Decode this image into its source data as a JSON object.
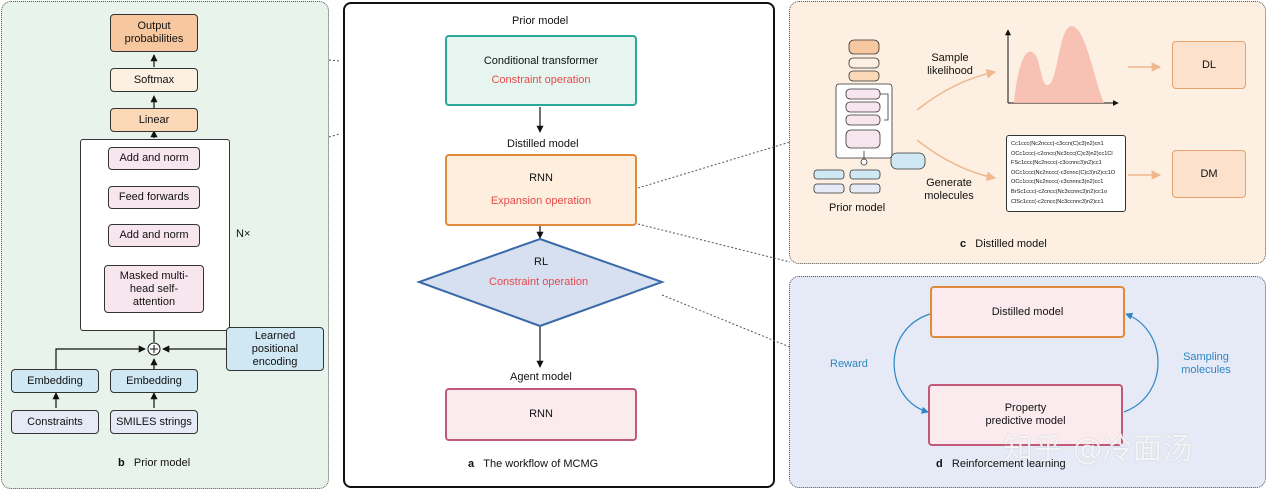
{
  "panel_a": {
    "prior_model_label": "Prior model",
    "conditional_transformer": "Conditional transformer",
    "constraint_operation_1": "Constraint operation",
    "distilled_model_label": "Distilled model",
    "rnn_1": "RNN",
    "expansion_operation": "Expansion operation",
    "rl": "RL",
    "constraint_operation_2": "Constraint operation",
    "agent_model_label": "Agent model",
    "rnn_2": "RNN",
    "caption_letter": "a",
    "caption": "The workflow of MCMG"
  },
  "panel_b": {
    "output_probabilities": "Output probabilities",
    "softmax": "Softmax",
    "linear": "Linear",
    "add_norm_top": "Add and norm",
    "feed_forwards": "Feed forwards",
    "add_norm_bottom": "Add and norm",
    "masked_attention": "Masked multi-head self-attention",
    "nx": "N×",
    "learned_encoding": "Learned positional encoding",
    "embedding_left": "Embedding",
    "embedding_right": "Embedding",
    "constraints": "Constraints",
    "smiles": "SMILES strings",
    "plus": "+",
    "caption_letter": "b",
    "caption": "Prior model"
  },
  "panel_c": {
    "sample_likelihood": "Sample likelihood",
    "generate_molecules": "Generate molecules",
    "prior_model": "Prior model",
    "dl": "DL",
    "dm": "DM",
    "smiles_lines": [
      "Cc1ccc(Nc2nccc(-c3ccn(C)c3)n2)cn1",
      "OCc1ccc(-c2cncc(Nc3ccc(C)c3)n2)cc1Cl",
      "FSc1ccc(Nc2nccc(-c3ccnnc3)n2)cc1",
      "OCc1ccc(Nc2nccc(-c3cnnc(C)c3)n2)cc1O",
      "OCc1ccc(Nc2nccc(-c3cnnnc3)n2)cc1",
      "BrSc1ccc(-c2cncc(Nc3ccnnc3)n2)cc1o",
      "ClSc1ccc(-c2cncc(Nc3ccnnc3)n2)cc1"
    ],
    "caption_letter": "c",
    "caption": "Distilled model"
  },
  "panel_d": {
    "distilled_model": "Distilled model",
    "property_model": "Property predictive model",
    "reward": "Reward",
    "sampling_molecules": "Sampling molecules",
    "caption_letter": "d",
    "caption": "Reinforcement learning"
  },
  "watermark": "知乎 @冷面汤",
  "colors": {
    "panel_b_bg": "#e8f3ec",
    "panel_c_bg": "#fdf0e2",
    "panel_d_bg": "#e6eaf6",
    "teal": "#2aa89a",
    "orange": "#e08a3c",
    "blue": "#3a6aa8",
    "pink": "#c15a7a",
    "red_text": "#e84a4a",
    "reward_blue": "#2c86c4"
  }
}
